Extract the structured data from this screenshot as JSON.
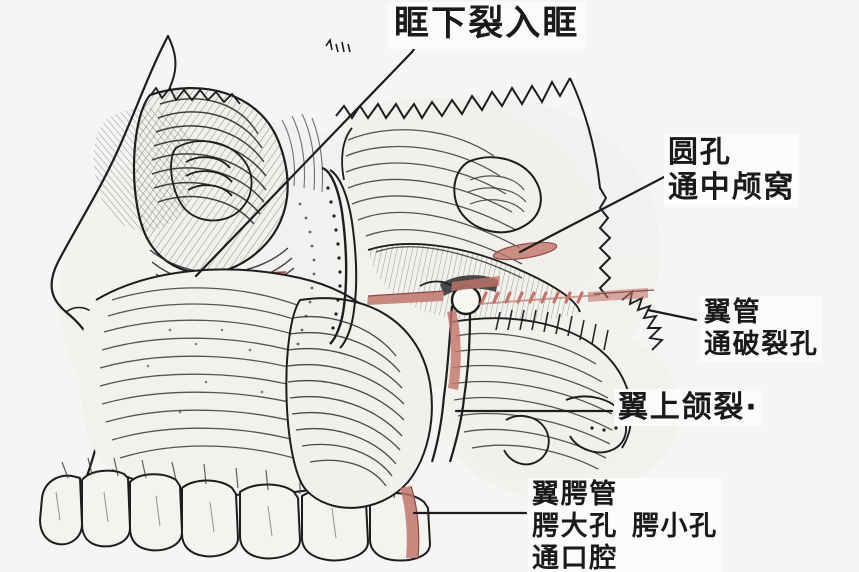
{
  "figure": {
    "kind": "anatomical-illustration",
    "subject": "skull lateral view: pterygopalatine fossa and surrounding foramina",
    "style": "black-and-white engraving with red/salmon highlight marks",
    "background_color": "#f6f5f3",
    "ink_color": "#1d1d1d",
    "highlight_color": "#c0766c"
  },
  "labels": {
    "title": {
      "text": "眶下裂入眶",
      "lines": [
        "眶下裂入眶"
      ],
      "leader": "long diagonal line descending left to red inferior orbital fissure mark"
    },
    "foramen_rotundum": {
      "lines": [
        "圆孔",
        "通中颅窝"
      ],
      "leader": "diagonal line descending left to red oval mark"
    },
    "pterygoid_canal": {
      "lines": [
        "翼管",
        "通破裂孔"
      ],
      "leader": "dashed red horizontal line running left to round foramen"
    },
    "pterygomaxillary_fissure": {
      "lines": [
        "翼上颌裂·"
      ],
      "leader": "horizontal line running left into the fissure"
    },
    "pterygopalatine_canal": {
      "lines": [
        "翼腭管",
        "腭大孔",
        "腭小孔",
        "通口腔"
      ],
      "line2_left": "腭大孔",
      "line2_right": "腭小孔",
      "leader": "horizontal line running left to red vertical canal mark"
    }
  },
  "highlight_marks": [
    {
      "name": "inferior-orbital-fissure",
      "shape": "horizontal-bar",
      "color": "#c0766c"
    },
    {
      "name": "foramen-rotundum",
      "shape": "oval",
      "color": "#c0766c"
    },
    {
      "name": "sphenopalatine-region-bar",
      "shape": "horizontal-bar",
      "color": "#c0766c"
    },
    {
      "name": "pterygoid-canal-dashes",
      "shape": "dashed-line",
      "color": "#c08a84"
    },
    {
      "name": "pterygopalatine-fossa-channel",
      "shape": "vertical-bar",
      "color": "#c0766c"
    },
    {
      "name": "pterygopalatine-canal",
      "shape": "vertical-bar",
      "color": "#c0766c"
    }
  ]
}
